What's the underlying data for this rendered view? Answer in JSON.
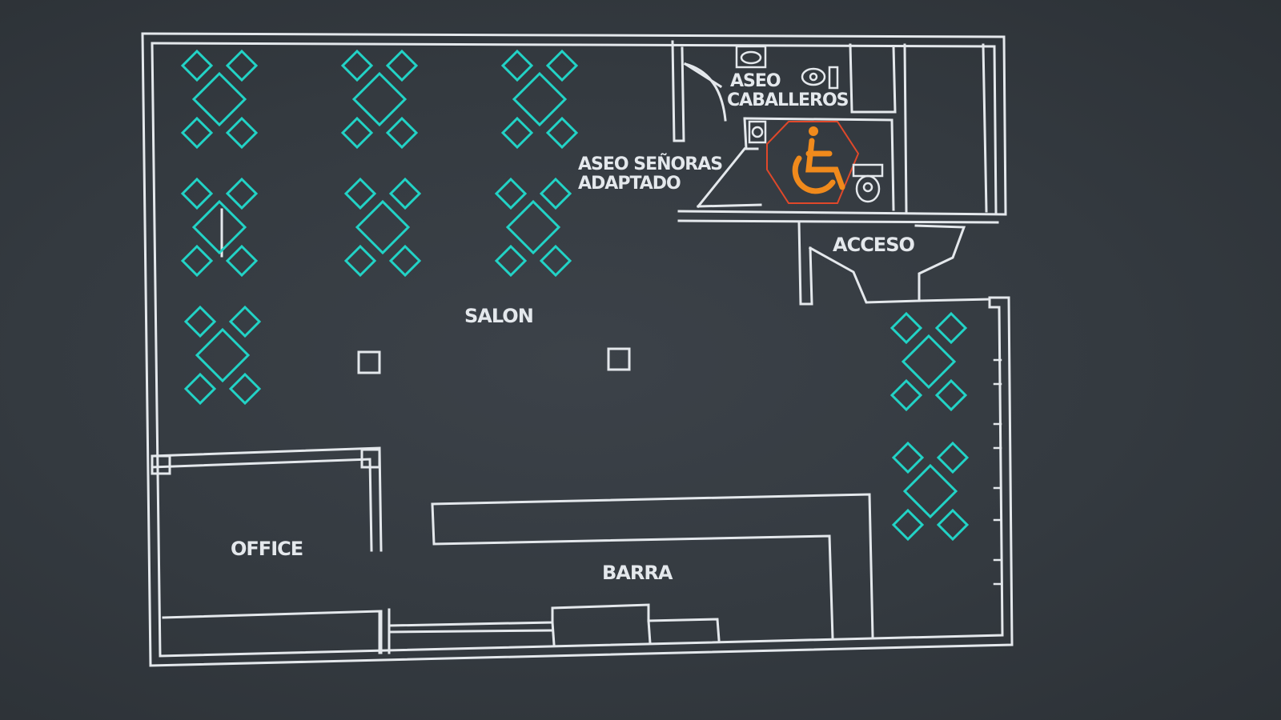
{
  "colors": {
    "wall": "#e4e8ec",
    "furniture": "#22d3c6",
    "accessible_symbol": "#f08a1c",
    "accessible_ring": "#e0482a"
  },
  "labels": {
    "salon": "SALON",
    "office": "OFFICE",
    "barra": "BARRA",
    "acceso": "ACCESO",
    "aseo_caballeros_line1": "ASEO",
    "aseo_caballeros_line2": "CABALLEROS",
    "aseo_senoras_line1": "ASEO  SEÑORAS",
    "aseo_senoras_line2": "ADAPTADO"
  },
  "icons": {
    "accessible": "wheelchair-icon",
    "table_set": "table-with-four-chairs-icon",
    "column": "column-icon",
    "toilet": "toilet-icon",
    "sink": "sink-icon"
  }
}
